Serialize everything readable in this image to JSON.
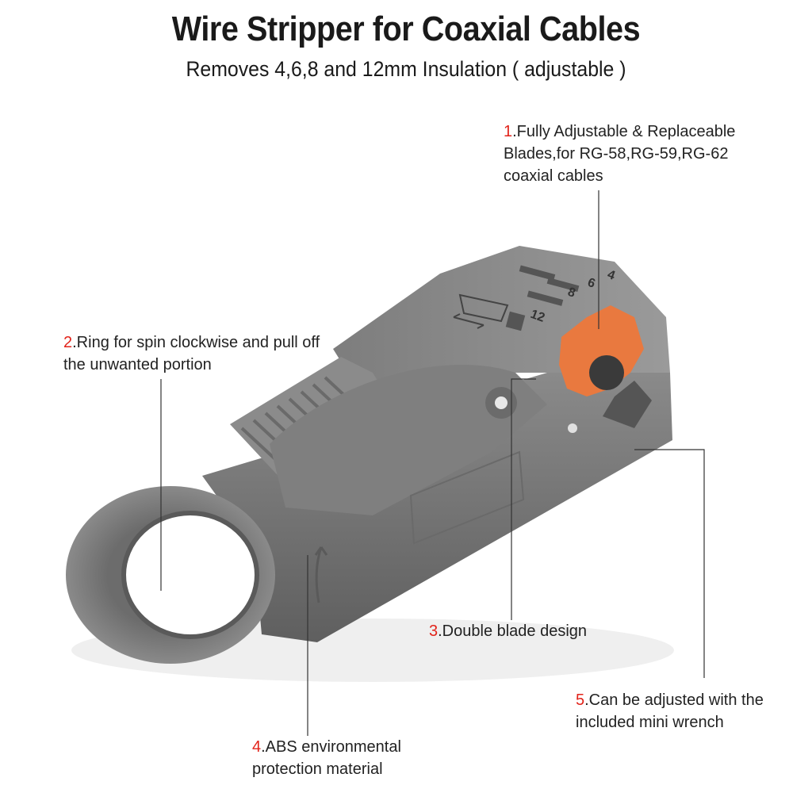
{
  "header": {
    "title": "Wire Stripper for Coaxial Cables",
    "subtitle": "Removes 4,6,8 and 12mm Insulation ( adjustable )"
  },
  "callouts": [
    {
      "num": "1",
      "text": ".Fully Adjustable & Replaceable Blades,for RG-58,RG-59,RG-62 coaxial cables"
    },
    {
      "num": "2",
      "text": ".Ring for spin clockwise and pull off the unwanted portion"
    },
    {
      "num": "3",
      "text": ".Double blade design"
    },
    {
      "num": "4",
      "text": ".ABS environmental protection material"
    },
    {
      "num": "5",
      "text": ".Can be adjusted with the included mini wrench"
    }
  ],
  "tool_markings": {
    "scale": [
      "4",
      "6",
      "8",
      "12"
    ]
  },
  "colors": {
    "body": "#7a7a7a",
    "blade": "#e9793f",
    "accent": "#e2231a"
  }
}
